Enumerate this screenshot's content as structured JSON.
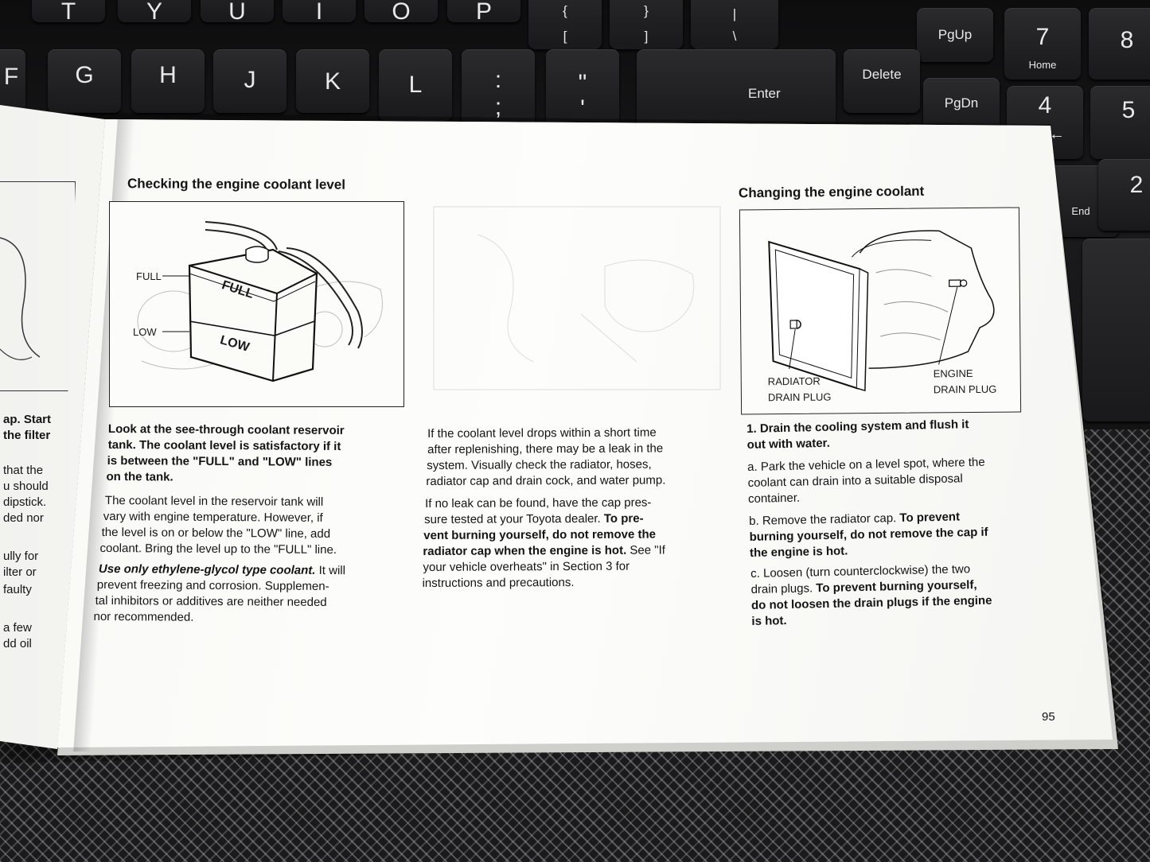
{
  "keyboard": {
    "row1": [
      "T",
      "Y",
      "U",
      "I",
      "O",
      "P",
      "{",
      "[",
      "}",
      "]",
      "|",
      "\\"
    ],
    "row2": [
      "F",
      "G",
      "H",
      "J",
      "K",
      "L",
      ":",
      ";",
      "\"",
      "'"
    ],
    "enter": "Enter",
    "delete": "Delete",
    "pgup": "PgUp",
    "pgdn": "PgDn",
    "home": "Home",
    "end": "End",
    "arrow": "←",
    "numpad": [
      "7",
      "8",
      "4",
      "5",
      "2"
    ]
  },
  "left_page": {
    "lines_bold": [
      "ap. Start",
      "the filter"
    ],
    "lines": [
      "that the",
      "u should",
      "dipstick.",
      "ded nor",
      "ully for",
      "ilter or",
      "faulty",
      "a  few",
      "dd oil"
    ]
  },
  "section1": {
    "title": "Checking the engine coolant level",
    "figure": {
      "full_label": "FULL",
      "low_label": "LOW",
      "tank_full": "FULL",
      "tank_low": "LOW"
    },
    "para1": [
      "Look at the see-through coolant reservoir",
      "tank. The coolant level is satisfactory if it",
      "is between the \"FULL\" and \"LOW\" lines",
      "on the tank."
    ],
    "para2": [
      "The coolant level in the reservoir tank will",
      "vary with engine temperature. However, if",
      "the level is on or below the \"LOW\" line, add",
      "coolant. Bring the level up to the \"FULL\" line."
    ],
    "para3_italic": "Use only ethylene-glycol type coolant.",
    "para3_rest_first": " It will",
    "para3": [
      "prevent freezing and corrosion. Supplemen-",
      "tal inhibitors or additives are neither needed",
      "nor recommended."
    ]
  },
  "section2": {
    "para1": [
      "If the coolant level drops within a short time",
      "after replenishing, there may be a leak in the",
      "system. Visually check the radiator, hoses,",
      "radiator cap and drain cock, and water pump."
    ],
    "para2_line1": "If no leak can be found, have the cap pres-",
    "para2_line2a": "sure tested at your Toyota dealer. ",
    "para2_line2b": "To pre-",
    "para2_line3": "vent burning yourself, do not remove the",
    "para2_line4a": "radiator cap when the engine is hot.",
    "para2_line4b": " See \"If",
    "para2_line5": "your vehicle overheats\" in Section 3 for",
    "para2_line6": "instructions and precautions."
  },
  "section3": {
    "title": "Changing the engine coolant",
    "figure": {
      "radiator_label_1": "RADIATOR",
      "radiator_label_2": "DRAIN PLUG",
      "engine_label_1": "ENGINE",
      "engine_label_2": "DRAIN PLUG"
    },
    "step1": [
      "1. Drain the cooling system and flush it",
      "out with water."
    ],
    "a": [
      "a. Park the vehicle on a level spot, where the",
      "coolant can drain into a suitable disposal",
      "container."
    ],
    "b_line1a": "b. Remove the radiator cap. ",
    "b_line1b": "To prevent",
    "b_bold": [
      "burning yourself, do not remove the cap if",
      "the engine is hot."
    ],
    "c_line1": "c. Loosen (turn counterclockwise) the two",
    "c_line2a": "drain plugs. ",
    "c_line2b": "To prevent burning yourself,",
    "c_bold": [
      "do not loosen the drain plugs if the engine",
      "is hot."
    ]
  },
  "page_number": "95"
}
